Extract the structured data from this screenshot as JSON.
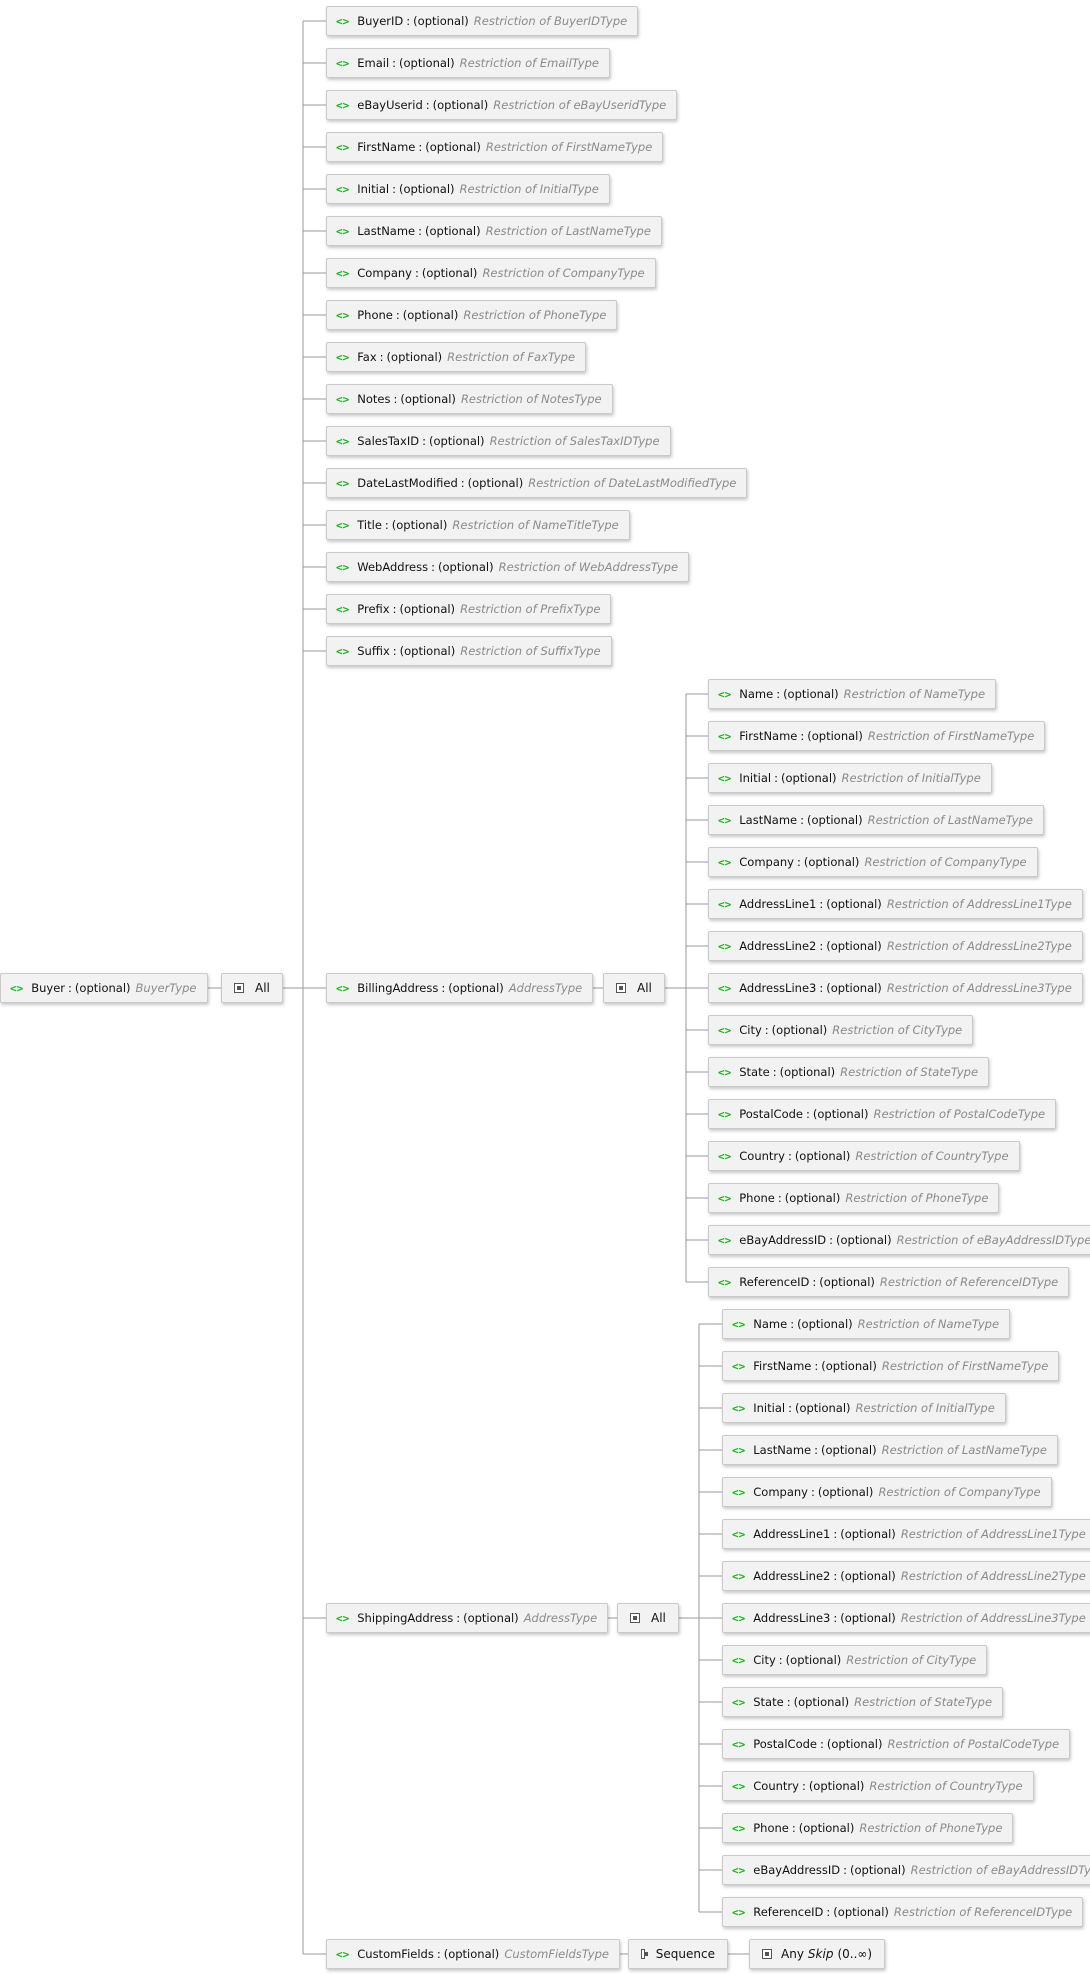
{
  "tag_glyph": "<>",
  "separator": ":",
  "compositor_icon": "compositor-box-icon",
  "accent_color": "#17b317",
  "root": {
    "name": "Buyer",
    "occurrence": "(optional)",
    "type": "BuyerType",
    "compositor": "All"
  },
  "buyer_fields": [
    {
      "name": "BuyerID",
      "occurrence": "(optional)",
      "type": "Restriction of BuyerIDType"
    },
    {
      "name": "Email",
      "occurrence": "(optional)",
      "type": "Restriction of EmailType"
    },
    {
      "name": "eBayUserid",
      "occurrence": "(optional)",
      "type": "Restriction of eBayUseridType"
    },
    {
      "name": "FirstName",
      "occurrence": "(optional)",
      "type": "Restriction of FirstNameType"
    },
    {
      "name": "Initial",
      "occurrence": "(optional)",
      "type": "Restriction of InitialType"
    },
    {
      "name": "LastName",
      "occurrence": "(optional)",
      "type": "Restriction of LastNameType"
    },
    {
      "name": "Company",
      "occurrence": "(optional)",
      "type": "Restriction of CompanyType"
    },
    {
      "name": "Phone",
      "occurrence": "(optional)",
      "type": "Restriction of PhoneType"
    },
    {
      "name": "Fax",
      "occurrence": "(optional)",
      "type": "Restriction of FaxType"
    },
    {
      "name": "Notes",
      "occurrence": "(optional)",
      "type": "Restriction of NotesType"
    },
    {
      "name": "SalesTaxID",
      "occurrence": "(optional)",
      "type": "Restriction of SalesTaxIDType"
    },
    {
      "name": "DateLastModified",
      "occurrence": "(optional)",
      "type": "Restriction of DateLastModifiedType"
    },
    {
      "name": "Title",
      "occurrence": "(optional)",
      "type": "Restriction of NameTitleType"
    },
    {
      "name": "WebAddress",
      "occurrence": "(optional)",
      "type": "Restriction of WebAddressType"
    },
    {
      "name": "Prefix",
      "occurrence": "(optional)",
      "type": "Restriction of PrefixType"
    },
    {
      "name": "Suffix",
      "occurrence": "(optional)",
      "type": "Restriction of SuffixType"
    }
  ],
  "billing": {
    "name": "BillingAddress",
    "occurrence": "(optional)",
    "type": "AddressType",
    "compositor": "All",
    "fields": [
      {
        "name": "Name",
        "occurrence": "(optional)",
        "type": "Restriction of NameType"
      },
      {
        "name": "FirstName",
        "occurrence": "(optional)",
        "type": "Restriction of FirstNameType"
      },
      {
        "name": "Initial",
        "occurrence": "(optional)",
        "type": "Restriction of InitialType"
      },
      {
        "name": "LastName",
        "occurrence": "(optional)",
        "type": "Restriction of LastNameType"
      },
      {
        "name": "Company",
        "occurrence": "(optional)",
        "type": "Restriction of CompanyType"
      },
      {
        "name": "AddressLine1",
        "occurrence": "(optional)",
        "type": "Restriction of AddressLine1Type"
      },
      {
        "name": "AddressLine2",
        "occurrence": "(optional)",
        "type": "Restriction of AddressLine2Type"
      },
      {
        "name": "AddressLine3",
        "occurrence": "(optional)",
        "type": "Restriction of AddressLine3Type"
      },
      {
        "name": "City",
        "occurrence": "(optional)",
        "type": "Restriction of CityType"
      },
      {
        "name": "State",
        "occurrence": "(optional)",
        "type": "Restriction of StateType"
      },
      {
        "name": "PostalCode",
        "occurrence": "(optional)",
        "type": "Restriction of PostalCodeType"
      },
      {
        "name": "Country",
        "occurrence": "(optional)",
        "type": "Restriction of CountryType"
      },
      {
        "name": "Phone",
        "occurrence": "(optional)",
        "type": "Restriction of PhoneType"
      },
      {
        "name": "eBayAddressID",
        "occurrence": "(optional)",
        "type": "Restriction of eBayAddressIDType"
      },
      {
        "name": "ReferenceID",
        "occurrence": "(optional)",
        "type": "Restriction of ReferenceIDType"
      }
    ]
  },
  "shipping": {
    "name": "ShippingAddress",
    "occurrence": "(optional)",
    "type": "AddressType",
    "compositor": "All",
    "fields": [
      {
        "name": "Name",
        "occurrence": "(optional)",
        "type": "Restriction of NameType"
      },
      {
        "name": "FirstName",
        "occurrence": "(optional)",
        "type": "Restriction of FirstNameType"
      },
      {
        "name": "Initial",
        "occurrence": "(optional)",
        "type": "Restriction of InitialType"
      },
      {
        "name": "LastName",
        "occurrence": "(optional)",
        "type": "Restriction of LastNameType"
      },
      {
        "name": "Company",
        "occurrence": "(optional)",
        "type": "Restriction of CompanyType"
      },
      {
        "name": "AddressLine1",
        "occurrence": "(optional)",
        "type": "Restriction of AddressLine1Type"
      },
      {
        "name": "AddressLine2",
        "occurrence": "(optional)",
        "type": "Restriction of AddressLine2Type"
      },
      {
        "name": "AddressLine3",
        "occurrence": "(optional)",
        "type": "Restriction of AddressLine3Type"
      },
      {
        "name": "City",
        "occurrence": "(optional)",
        "type": "Restriction of CityType"
      },
      {
        "name": "State",
        "occurrence": "(optional)",
        "type": "Restriction of StateType"
      },
      {
        "name": "PostalCode",
        "occurrence": "(optional)",
        "type": "Restriction of PostalCodeType"
      },
      {
        "name": "Country",
        "occurrence": "(optional)",
        "type": "Restriction of CountryType"
      },
      {
        "name": "Phone",
        "occurrence": "(optional)",
        "type": "Restriction of PhoneType"
      },
      {
        "name": "eBayAddressID",
        "occurrence": "(optional)",
        "type": "Restriction of eBayAddressIDType"
      },
      {
        "name": "ReferenceID",
        "occurrence": "(optional)",
        "type": "Restriction of ReferenceIDType"
      }
    ]
  },
  "custom": {
    "name": "CustomFields",
    "occurrence": "(optional)",
    "type": "CustomFieldsType",
    "compositor": "Sequence",
    "any_label": "Any",
    "any_process": "Skip",
    "any_range": "(0..∞)"
  }
}
